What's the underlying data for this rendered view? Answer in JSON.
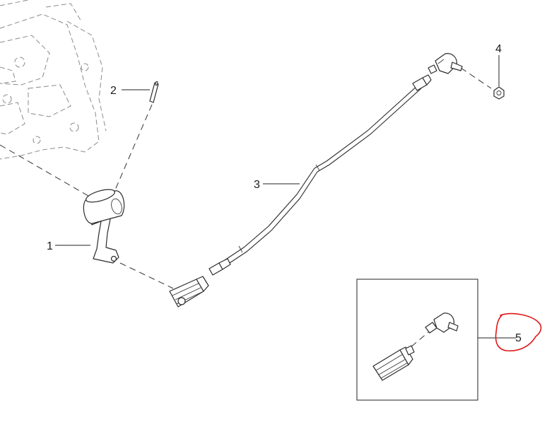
{
  "callouts": {
    "c1": "1",
    "c2": "2",
    "c3": "3",
    "c4": "4",
    "c5": "5"
  },
  "colors": {
    "line": "#2b2b2b",
    "ghost": "#8a8a8a",
    "markup": "#e01818",
    "background": "#ffffff"
  }
}
